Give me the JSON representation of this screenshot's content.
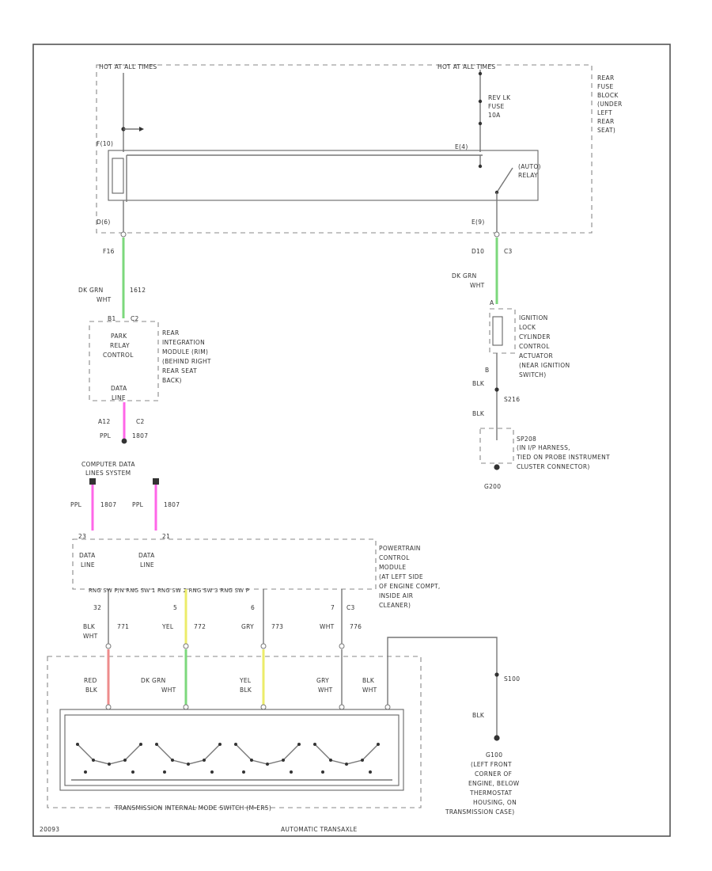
{
  "colors": {
    "wire_gray": "#777777",
    "wire_green": "#7cd87c",
    "wire_pink": "#ff66e8",
    "wire_yellow": "#ecec6a",
    "wire_red": "#ee8b8b",
    "text": "#333333"
  },
  "top": {
    "left_power_label": "HOT AT ALL TIMES",
    "right_power_label": "HOT AT ALL TIMES",
    "fuse_box_label": [
      "REAR",
      "FUSE",
      "BLOCK",
      "(UNDER",
      "LEFT",
      "REAR",
      "SEAT)"
    ],
    "fuse_label": [
      "REV LK",
      "FUSE",
      "10A"
    ],
    "relay_label": [
      "(AUTO)",
      "RELAY"
    ],
    "left_pin_top": "F(10)",
    "left_pin_bottom": "D(6)",
    "right_pin_top": "E(4)",
    "right_pin_bottom": "E(9)",
    "wire_left_pin": "F16",
    "wire_left_label": [
      "DK GRN",
      "1612",
      "WHT"
    ],
    "wire_right_pin": "D10",
    "wire_right_conn": "C3",
    "wire_right_label": [
      "DK GRN",
      "WHT"
    ]
  },
  "left_module": {
    "pin": "B1",
    "conn": "C2",
    "inner_label": [
      "PARK",
      "RELAY",
      "CONTROL"
    ],
    "data_label": [
      "DATA",
      "LINE"
    ],
    "side_label": [
      "REAR",
      "INTEGRATION",
      "MODULE (RIM)",
      "(BEHIND RIGHT",
      "REAR SEAT",
      "BACK)"
    ],
    "out_pin": "A12",
    "out_conn": "C2",
    "out_wire": "PPL",
    "out_wire_num": "1807"
  },
  "right_switch": {
    "pin": "A",
    "label": [
      "IGNITION",
      "LOCK",
      "CYLINDER",
      "CONTROL",
      "ACTUATOR",
      "(NEAR IGNITION",
      "SWITCH)"
    ],
    "pin_b": "B",
    "wire1": "BLK",
    "splice": "S216",
    "wire2": "BLK",
    "connector": "SP208",
    "connector_label": [
      "(IN I/P HARNESS,",
      "TIED ON PROBE INSTRUMENT",
      "CLUSTER CONNECTOR)"
    ],
    "ground": "G200"
  },
  "data_link": {
    "title": [
      "COMPUTER DATA",
      "LINES SYSTEM"
    ],
    "wire_a": "PPL",
    "num_a": "1807",
    "wire_b": "PPL",
    "num_b": "1807"
  },
  "pcm": {
    "pin_a": "23",
    "pin_b": "21",
    "data_a": [
      "DATA",
      "LINE"
    ],
    "data_b": [
      "DATA",
      "LINE"
    ],
    "label": [
      "POWERTRAIN",
      "CONTROL",
      "MODULE",
      "(AT LEFT SIDE",
      "OF ENGINE COMPT,",
      "INSIDE AIR",
      "CLEANER)"
    ],
    "input_label": "RNG SW P/N  RNG SW 1  RNG SW 2  RNG SW 3  RNG SW P",
    "pins": [
      "32",
      "5",
      "6",
      "7"
    ],
    "conn": "C3"
  },
  "mid_wires": [
    {
      "color": "BLK",
      "color2": "WHT",
      "circuit": "771"
    },
    {
      "color": "YEL",
      "color2": "",
      "circuit": "772"
    },
    {
      "color": "GRY",
      "color2": "",
      "circuit": "773"
    },
    {
      "color": "WHT",
      "color2": "",
      "circuit": "776"
    }
  ],
  "switch_wires": [
    {
      "color": "RED",
      "color2": "BLK"
    },
    {
      "color": "DK GRN",
      "color2": "WHT"
    },
    {
      "color": "YEL",
      "color2": "BLK"
    },
    {
      "color": "GRY",
      "color2": "WHT"
    },
    {
      "color": "BLK",
      "color2": "WHT"
    }
  ],
  "ground_right": {
    "splice": "S100",
    "wire": "BLK",
    "label": [
      "G100",
      "(LEFT FRONT",
      "CORNER OF",
      "ENGINE, BELOW",
      "THERMOSTAT",
      "HOUSING, ON",
      "TRANSMISSION CASE)"
    ]
  },
  "footer": {
    "switch_label": "TRANSMISSION INTERNAL MODE SWITCH (M-ER5)",
    "left_code": "20093",
    "center": "AUTOMATIC TRANSAXLE"
  }
}
